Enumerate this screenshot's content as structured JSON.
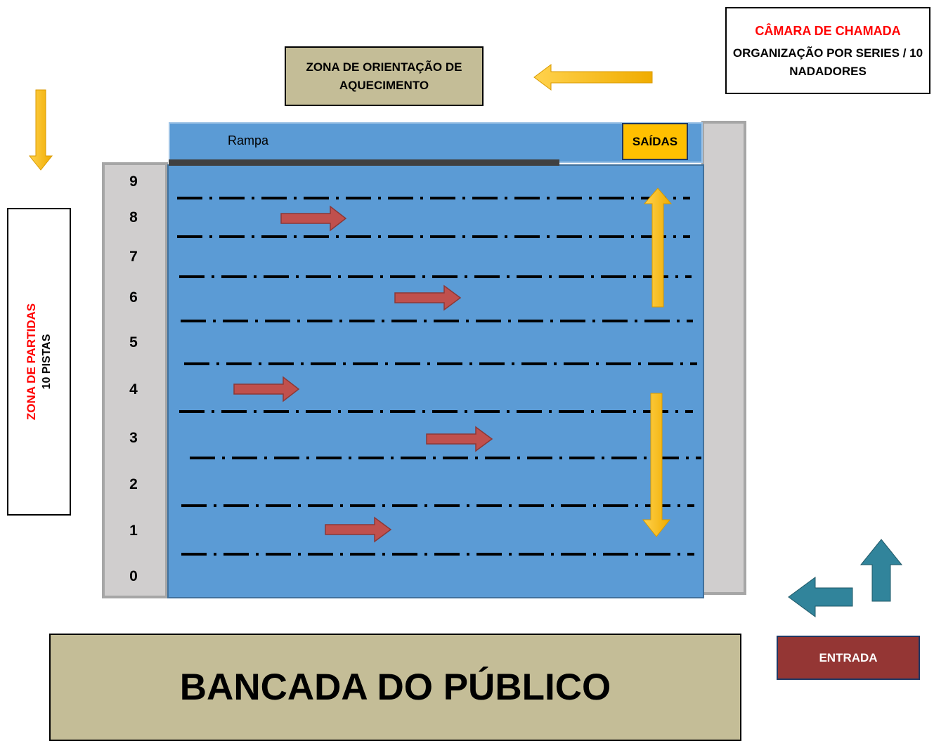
{
  "camara": {
    "title": "CÂMARA DE CHAMADA",
    "subtitle": "ORGANIZAÇÃO POR SERIES / 10 NADADORES"
  },
  "warmup_zone": {
    "label": "ZONA DE ORIENTAÇÃO DE AQUECIMENTO"
  },
  "start_zone": {
    "title": "ZONA DE PARTIDAS",
    "subtitle": "10 PISTAS"
  },
  "pool": {
    "ramp_label": "Rampa",
    "exits_label": "SAÍDAS",
    "lane_numbers": [
      "9",
      "8",
      "7",
      "6",
      "5",
      "4",
      "3",
      "2",
      "1",
      "0"
    ]
  },
  "stands": {
    "label": "BANCADA DO PÚBLICO"
  },
  "entrance": {
    "label": "ENTRADA"
  },
  "colors": {
    "water": "#5b9bd5",
    "deck": "#d0cece",
    "sand_box": "#c4bd97",
    "flow_arrow": "#c0504d",
    "guide_arrow": "#ffc000",
    "entry_arrow": "#31849b",
    "entrance_box": "#943634",
    "highlight_text": "#ff0000"
  }
}
